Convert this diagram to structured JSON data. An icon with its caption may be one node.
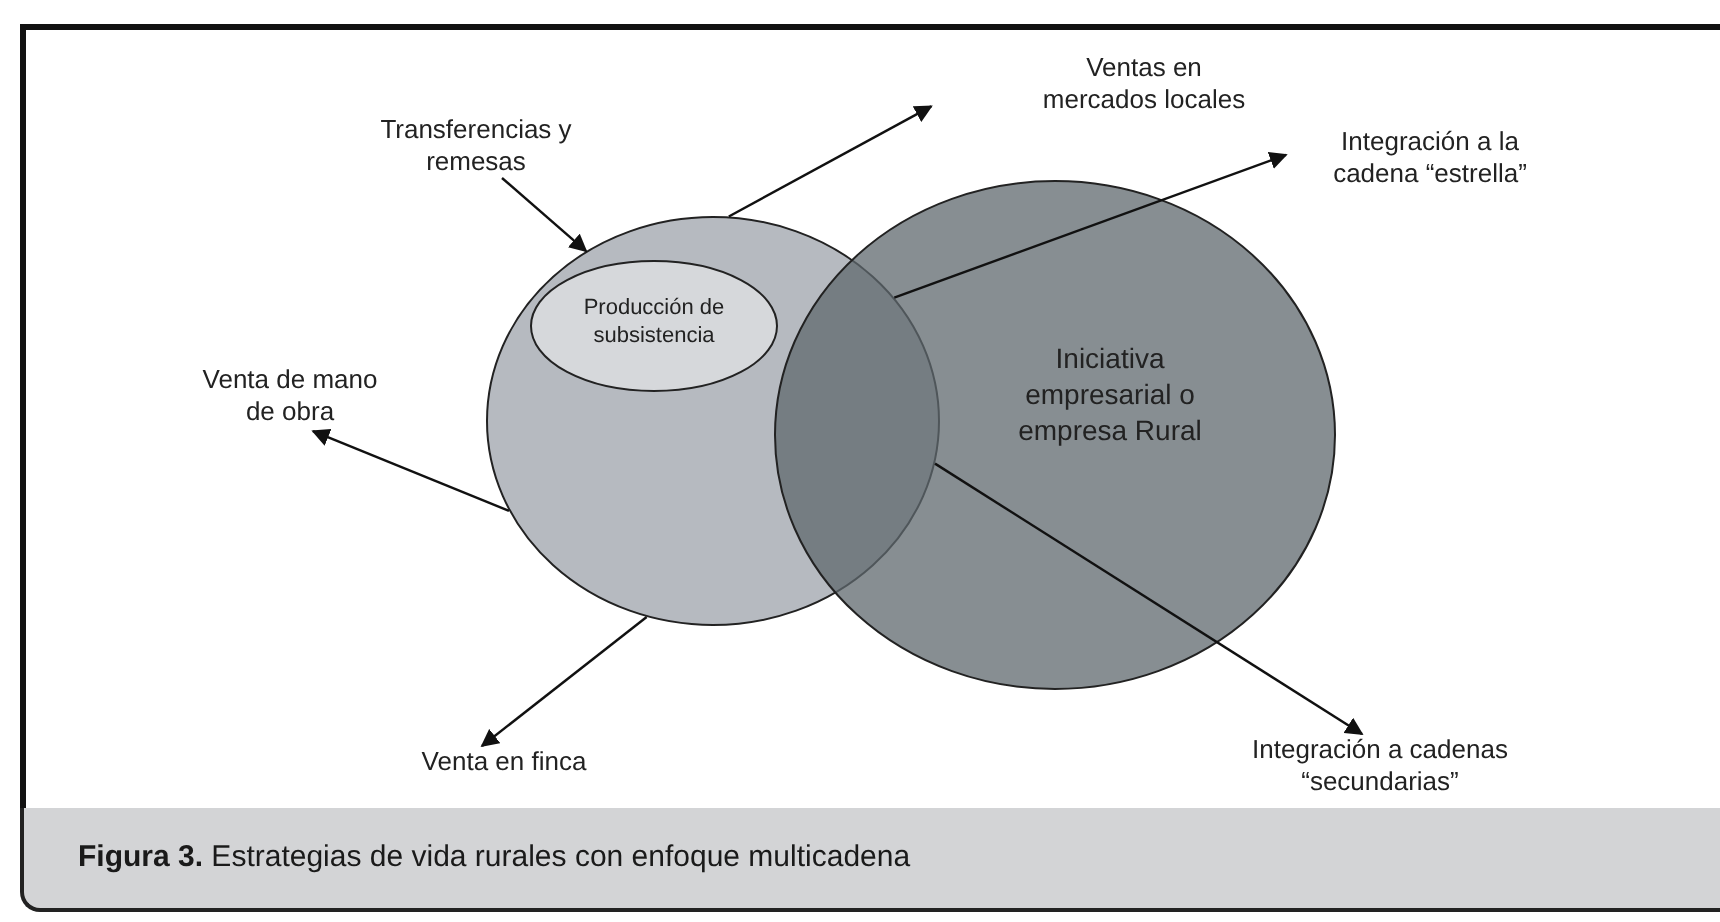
{
  "diagram": {
    "caption": "**Figura 3.** Estrategias de vida rurales con enfoque multicadena",
    "nodes": [
      {
        "text": [],
        "shape": "circle"
      },
      {
        "text": [
          "Producción de subsistencia"
        ],
        "in": 0
      },
      {
        "text": [
          "Iniciativa empresarial o empresa Rural"
        ]
      },
      {
        "text": [
          "Transferencias y remesas"
        ]
      },
      {
        "text": [
          "Ventas en mercados locales"
        ]
      },
      {
        "text": [
          "Integración a la cadena “estrella”"
        ]
      },
      {
        "text": [
          "Venta de mano de obra"
        ]
      },
      {
        "text": [
          "Venta en finca"
        ]
      },
      {
        "text": [
          "Integración a cadenas “secundarias”"
        ]
      }
    ],
    "edges": [
      {
        "from": 3,
        "to": 0,
        "arrow": "to"
      },
      {
        "from": 0,
        "to": 4,
        "arrow": "to"
      },
      {
        "from": 2,
        "to": 5,
        "arrow": "to"
      },
      {
        "from": 0,
        "to": 6,
        "arrow": "to"
      },
      {
        "from": 0,
        "to": 7,
        "arrow": "to"
      },
      {
        "from": 2,
        "to": 8,
        "arrow": "to"
      }
    ]
  }
}
